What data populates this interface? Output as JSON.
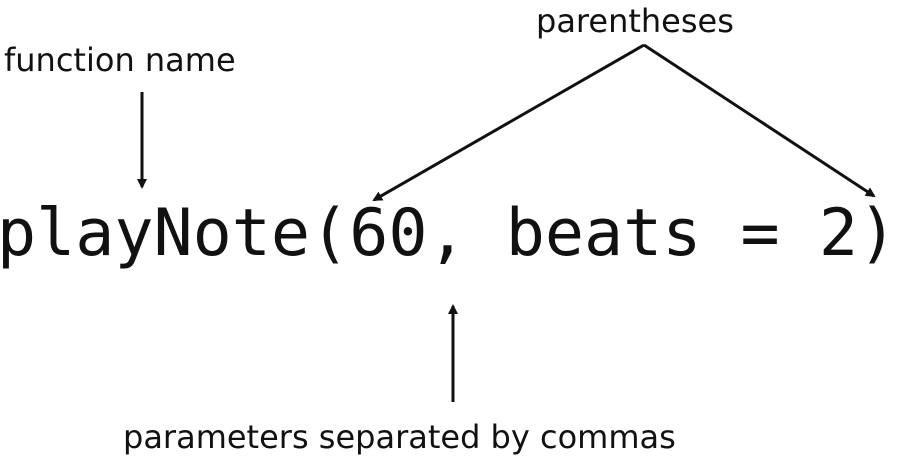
{
  "labels": {
    "function_name": "function name",
    "parentheses": "parentheses",
    "parameters": "parameters separated by commas"
  },
  "code": {
    "function_name": "playNote",
    "open_paren": "(",
    "parameters": "60, beats = 2",
    "close_paren": ")"
  }
}
